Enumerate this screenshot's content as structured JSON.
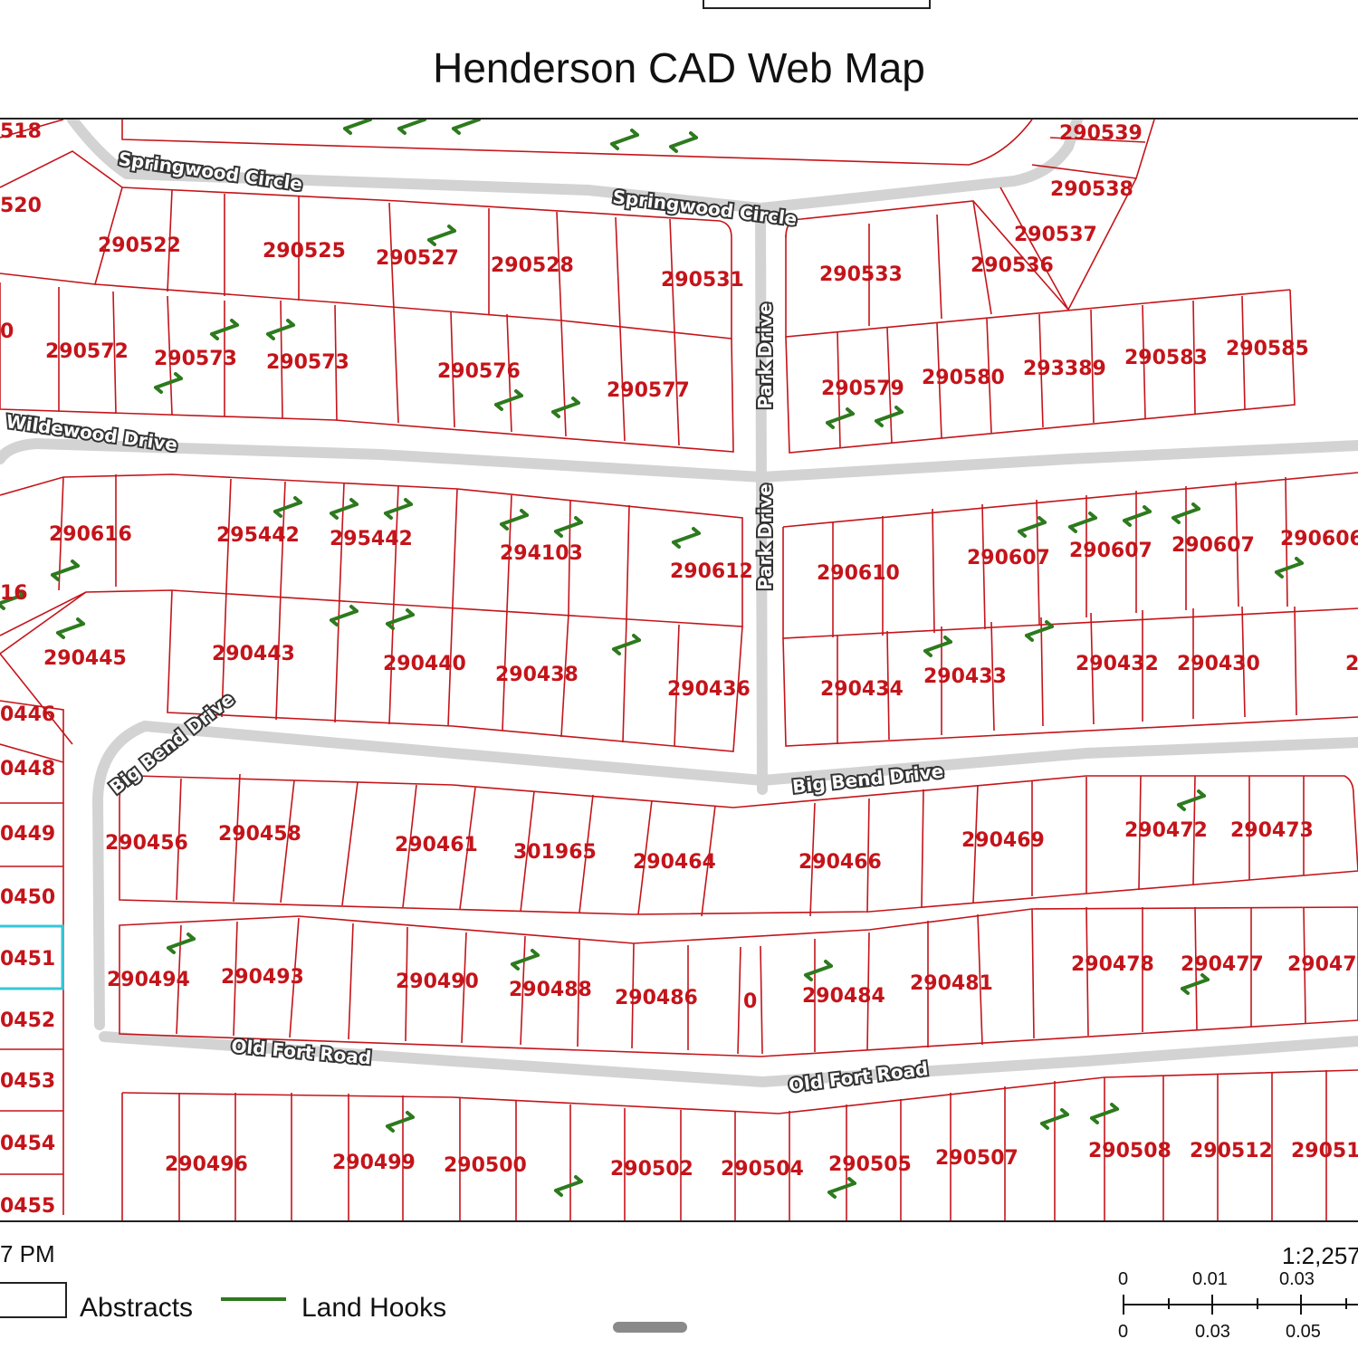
{
  "title": "Henderson CAD Web Map",
  "colors": {
    "parcel_line": "#c4141a",
    "parcel_label": "#c4141a",
    "road": "#d3d3d3",
    "land_hook": "#2d7a1e",
    "selection": "#34c7d8"
  },
  "roads": {
    "springwood_1": "Springwood Circle",
    "springwood_2": "Springwood Circle",
    "park_1": "Park Drive",
    "park_2": "Park Drive",
    "wildewood": "Wildewood Drive",
    "bigbend_1": "Big Bend Drive",
    "bigbend_2": "Big Bend Drive",
    "oldfort_1": "Old Fort Road",
    "oldfort_2": "Old Fort Road"
  },
  "parcels": [
    "518",
    "290539",
    "520",
    "290538",
    "290522",
    "290525",
    "290527",
    "290528",
    "290531",
    "290537",
    "290533",
    "290536",
    "0",
    "290572",
    "290573",
    "290573",
    "290576",
    "290577",
    "290579",
    "290580",
    "293389",
    "290583",
    "290585",
    "290616",
    "295442",
    "295442",
    "294103",
    "290612",
    "290610",
    "290607",
    "290607",
    "290607",
    "290606",
    "16",
    "290445",
    "290443",
    "290440",
    "290438",
    "290436",
    "290434",
    "290433",
    "290432",
    "290430",
    "2",
    "0446",
    "0448",
    "0449",
    "290456",
    "290458",
    "290461",
    "301965",
    "290464",
    "290466",
    "290469",
    "290472",
    "290473",
    "0450",
    "0451",
    "290494",
    "290493",
    "290490",
    "290488",
    "290486",
    "0",
    "290484",
    "290481",
    "290478",
    "290477",
    "29047",
    "0452",
    "0453",
    "0454",
    "0455",
    "290496",
    "290499",
    "290500",
    "290502",
    "290504",
    "290505",
    "290507",
    "290508",
    "290512",
    "29051"
  ],
  "footer": {
    "time": "7 PM",
    "legend_abstracts": "Abstracts",
    "legend_land_hooks": "Land Hooks",
    "scale_ratio": "1:2,257",
    "scale_top": [
      "0",
      "0.01",
      "0.03"
    ],
    "scale_bottom": [
      "0",
      "0.03",
      "0.05"
    ]
  }
}
